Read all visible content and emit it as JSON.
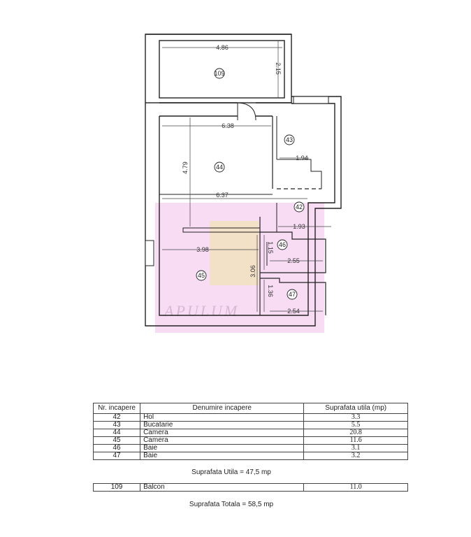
{
  "plan": {
    "room_numbers": [
      "109",
      "43",
      "44",
      "42",
      "46",
      "45",
      "47"
    ],
    "dimensions": [
      "4.86",
      "2.15",
      "6.38",
      "4.79",
      "1.94",
      "6.37",
      "1.93",
      "3.98",
      "1.15",
      "3.06",
      "2.55",
      "1.36",
      "2.54"
    ],
    "watermark": "APULUM"
  },
  "table": {
    "headers": [
      "Nr. incapere",
      "Denumire incapere",
      "Suprafata utila (mp)"
    ],
    "rows": [
      [
        "42",
        "Hol",
        "3.3"
      ],
      [
        "43",
        "Bucatarie",
        "5.5"
      ],
      [
        "44",
        "Camera",
        "20.8"
      ],
      [
        "45",
        "Camera",
        "11.6"
      ],
      [
        "46",
        "Baie",
        "3.1"
      ],
      [
        "47",
        "Baie",
        "3.2"
      ]
    ]
  },
  "summary_useful": "Suprafata Utila = 47,5 mp",
  "balcony_row": [
    "109",
    "Balcon",
    "11.0"
  ],
  "summary_total": "Suprafata Totala = 58,5 mp"
}
